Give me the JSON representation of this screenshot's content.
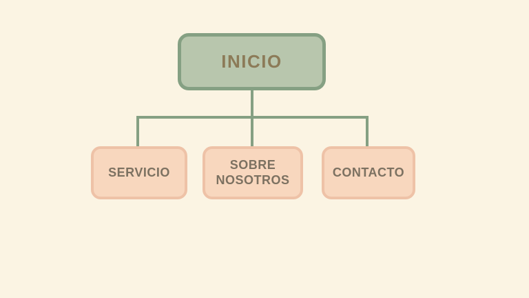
{
  "theme": {
    "background": "#fbf4e3",
    "root_fill": "#b8c6ad",
    "root_border": "#85a083",
    "connector": "#85a083",
    "child_fill": "#f8d7be",
    "child_border": "#eec2a7",
    "root_text": "#8c7b58",
    "child_text": "#7c7161"
  },
  "diagram": {
    "type": "sitemap-tree",
    "root": {
      "label": "INICIO"
    },
    "children": [
      {
        "label": "SERVICIO"
      },
      {
        "label": "SOBRE NOSOTROS"
      },
      {
        "label": "CONTACTO"
      }
    ]
  }
}
